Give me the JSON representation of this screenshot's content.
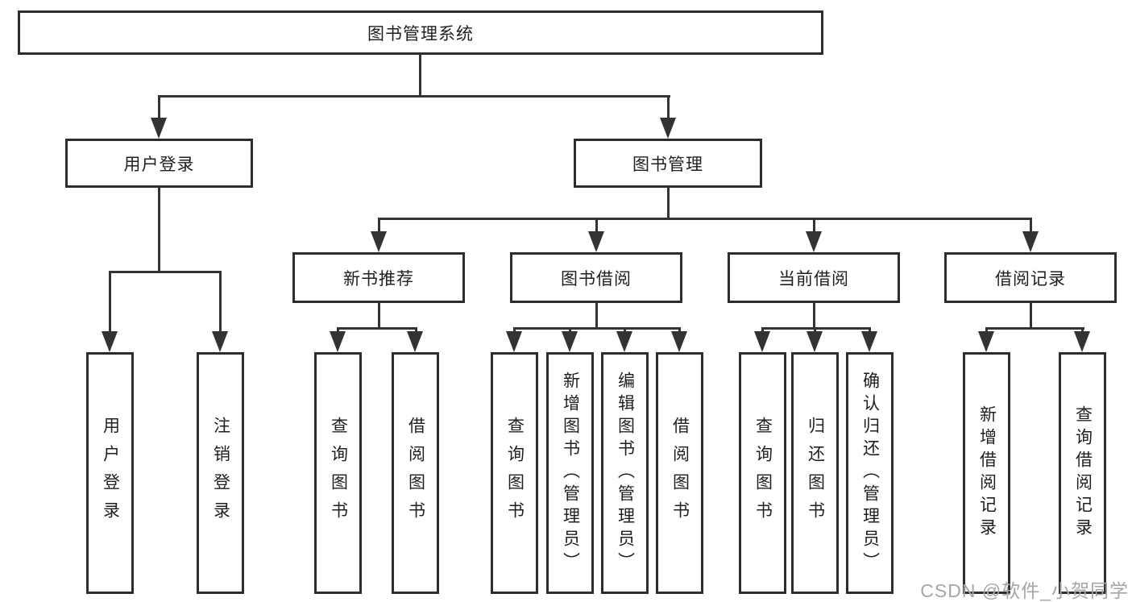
{
  "diagram": {
    "nodes": {
      "root": {
        "label": "图书管理系统"
      },
      "branches": [
        {
          "label": "用户登录",
          "children": [
            {
              "label": "用户登录"
            },
            {
              "label": "注销登录"
            }
          ]
        },
        {
          "label": "图书管理",
          "children": [
            {
              "label": "新书推荐",
              "children": [
                {
                  "label": "查询图书"
                },
                {
                  "label": "借阅图书"
                }
              ]
            },
            {
              "label": "图书借阅",
              "children": [
                {
                  "label": "查询图书"
                },
                {
                  "label": "新增图书（管理员）"
                },
                {
                  "label": "编辑图书（管理员）"
                },
                {
                  "label": "借阅图书"
                }
              ]
            },
            {
              "label": "当前借阅",
              "children": [
                {
                  "label": "查询图书"
                },
                {
                  "label": "归还图书"
                },
                {
                  "label": "确认归还（管理员）"
                }
              ]
            },
            {
              "label": "借阅记录",
              "children": [
                {
                  "label": "新增借阅记录"
                },
                {
                  "label": "查询借阅记录"
                }
              ]
            }
          ]
        }
      ]
    },
    "colors": {
      "line": "#333333",
      "box_border": "#2d2d2d",
      "box_fill": "#ffffff",
      "text": "#1f1f1f",
      "watermark": "#a6a6a6"
    }
  },
  "watermark": {
    "text": "CSDN @软件_小贺同学"
  }
}
